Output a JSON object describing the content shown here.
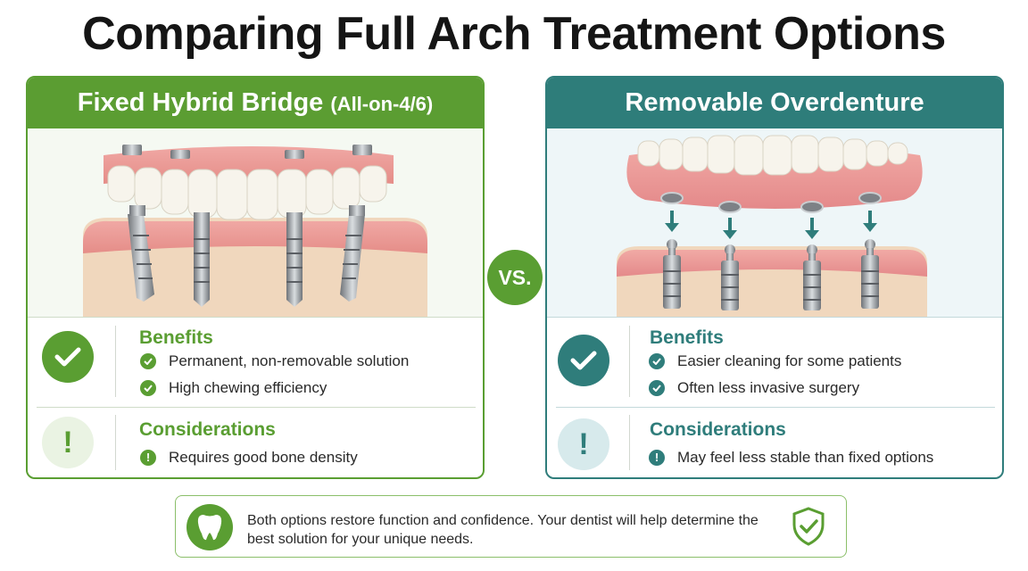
{
  "title": "Comparing Full Arch Treatment Options",
  "vs_label": "VS.",
  "colors": {
    "green": "#5a9e32",
    "teal": "#2f7d7b"
  },
  "left_panel": {
    "title": "Fixed Hybrid Bridge",
    "subtitle": "(All-on-4/6)",
    "benefits_heading": "Benefits",
    "benefits": [
      "Permanent, non-removable solution",
      "High chewing efficiency"
    ],
    "considerations_heading": "Considerations",
    "considerations": [
      "Requires good bone density"
    ],
    "icons": {
      "benefits": "check-circle-icon",
      "considerations": "exclamation-circle-icon"
    }
  },
  "right_panel": {
    "title": "Removable Overdenture",
    "benefits_heading": "Benefits",
    "benefits": [
      "Easier cleaning for some patients",
      "Often less invasive surgery"
    ],
    "considerations_heading": "Considerations",
    "considerations": [
      "May feel less stable than fixed options"
    ],
    "icons": {
      "benefits": "check-circle-icon",
      "considerations": "exclamation-circle-icon"
    }
  },
  "footer": {
    "text": "Both options restore function and confidence. Your dentist will help determine the best solution for your unique needs.",
    "icons": {
      "left": "tooth-icon",
      "right": "shield-check-icon"
    }
  }
}
